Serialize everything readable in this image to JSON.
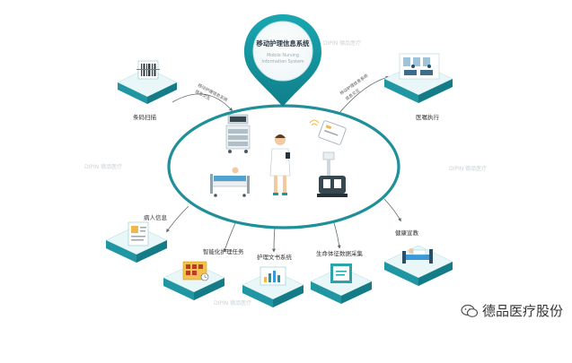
{
  "pin": {
    "title": "移动护理信息系统",
    "subtitle_lines": [
      "Mobile Nursing",
      "Information System"
    ]
  },
  "nodes": {
    "barcode": "条码扫描",
    "ward_exec": "医嘱执行",
    "patient_info": "病人信息",
    "smart_task": "智能化护理任务",
    "nursing_doc": "护理文书系统",
    "vital_sign": "生命体征数据采集",
    "health_edu": "健康宣教"
  },
  "arc_labels": {
    "left_top": [
      "移动护理信息系统",
      "信息交互"
    ],
    "right_top": [
      "移动护理信息系统",
      "信息交互"
    ]
  },
  "watermark": "DIPIN 德品医疗",
  "brand": {
    "name": "德品医疗股份"
  },
  "colors": {
    "teal": "#1b9aa5",
    "teal_light": "#7fd0d6",
    "ring": "#1f8f9a",
    "tile_top": "#e9f7f8",
    "tile_side": "#2aa3ad"
  }
}
